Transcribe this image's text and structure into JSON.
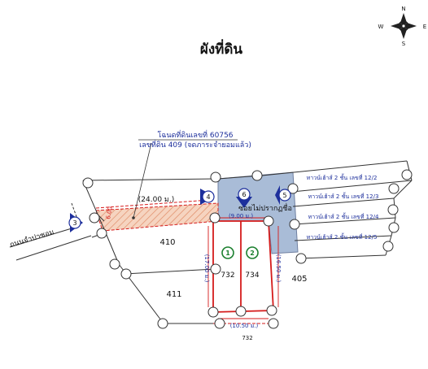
{
  "title": "ผังที่ดิน",
  "top_right_text": "",
  "compass": {
    "n": "N",
    "s": "S",
    "e": "E",
    "w": "W",
    "icon": "compass-rose-icon"
  },
  "deed_note": {
    "line1": "โฉนดที่ดินเลขที่ 60756",
    "line2": "เลขที่ดิน 409 (จดภาระจำยอมแล้ว)"
  },
  "easement_label": "(24.00 ม.)",
  "left_width_label": "6.00",
  "road_label": "ถนนจำปาซอม",
  "alley_label": "ซอยไม่ปรากฏชื่อ",
  "alley_width_label": "(9.00 ม.)",
  "width_left_label": "(17.00 ม.)",
  "width_right_label": "(16.50 ม.)",
  "bottom_width_label": "(10.50 ม.)",
  "parcels": {
    "p410": "410",
    "p411": "411",
    "p405": "405",
    "p732": "732",
    "p734": "734",
    "bottom": "732"
  },
  "townhouses": [
    "ทาวน์เฮ้าส์ 2 ชั้น  เลขที่ 12/2",
    "ทาวน์เฮ้าส์ 2 ชั้น  เลขที่ 12/3",
    "ทาวน์เฮ้าส์ 2 ชั้น  เลขที่ 12/4",
    "ทาวน์เฮ้าส์ 2 ชั้น  เลขที่ 12/5"
  ],
  "plot_markers": [
    "1",
    "2"
  ],
  "view_markers": [
    "3",
    "4",
    "5",
    "6"
  ],
  "colors": {
    "boundary_red": "#d51b1b",
    "alley_blue": "#a9bcd7",
    "easement_hatch": "#f0bfa6",
    "marker_green": "#1a7f2e",
    "annotation_blue": "#1d2f9c"
  }
}
